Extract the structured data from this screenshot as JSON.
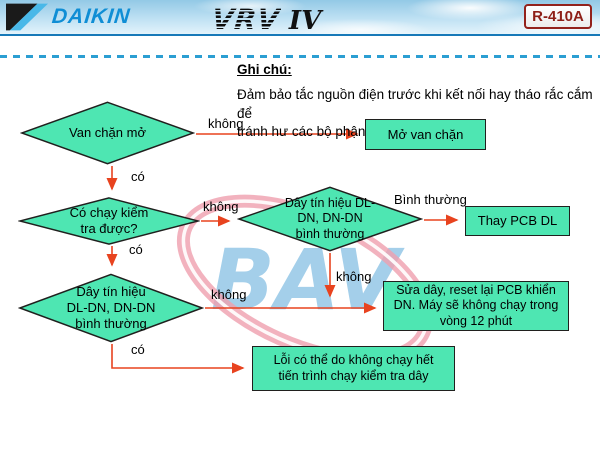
{
  "header": {
    "brand": "DAIKIN",
    "product": "VRV",
    "product_suffix": "IV",
    "badge": "R-410A"
  },
  "note": {
    "title": "Ghi chú:",
    "body": "Đảm bảo tắc nguồn điện trước khi kết nối hay tháo rắc cắm để\ntránh hư các bộ phận"
  },
  "watermark": {
    "text": "BAV"
  },
  "flowchart": {
    "nodes": {
      "d1": {
        "type": "decision",
        "label": "Van chặn mở"
      },
      "b1": {
        "type": "process",
        "label": "Mở van chặn"
      },
      "d2": {
        "type": "decision",
        "label": "Có chạy kiểm\ntra được?"
      },
      "d3": {
        "type": "decision",
        "label": "Dây tín hiệu DL-\nDN, DN-DN\nbình thường"
      },
      "b2": {
        "type": "process",
        "label": "Thay PCB DL"
      },
      "d4": {
        "type": "decision",
        "label": "Dây tín hiệu\nDL-DN, DN-DN\nbình thường"
      },
      "b3": {
        "type": "process",
        "label": "Sửa dây, reset lại PCB khiển\nDN. Máy sẽ không chạy trong\nvòng 12 phút"
      },
      "b4": {
        "type": "process",
        "label": "Lỗi có thể do không chạy hết\ntiến trình chạy kiểm tra dây"
      }
    },
    "labels": {
      "d1_no": "không",
      "d1_yes": "có",
      "d2_no": "không",
      "d2_yes": "có",
      "d3_normal": "Bình thường",
      "d3_no": "không",
      "d4_no": "không",
      "d4_yes": "có"
    }
  },
  "colors": {
    "node_fill": "#4ee6b2",
    "node_border": "#20201e",
    "arrow": "#e8431f",
    "brand_blue": "#0f8ed5",
    "badge_red": "#8e1f18",
    "header_line": "#1779b8",
    "watermark_blue": "#5aa9da",
    "watermark_pink": "#ef9fae"
  }
}
